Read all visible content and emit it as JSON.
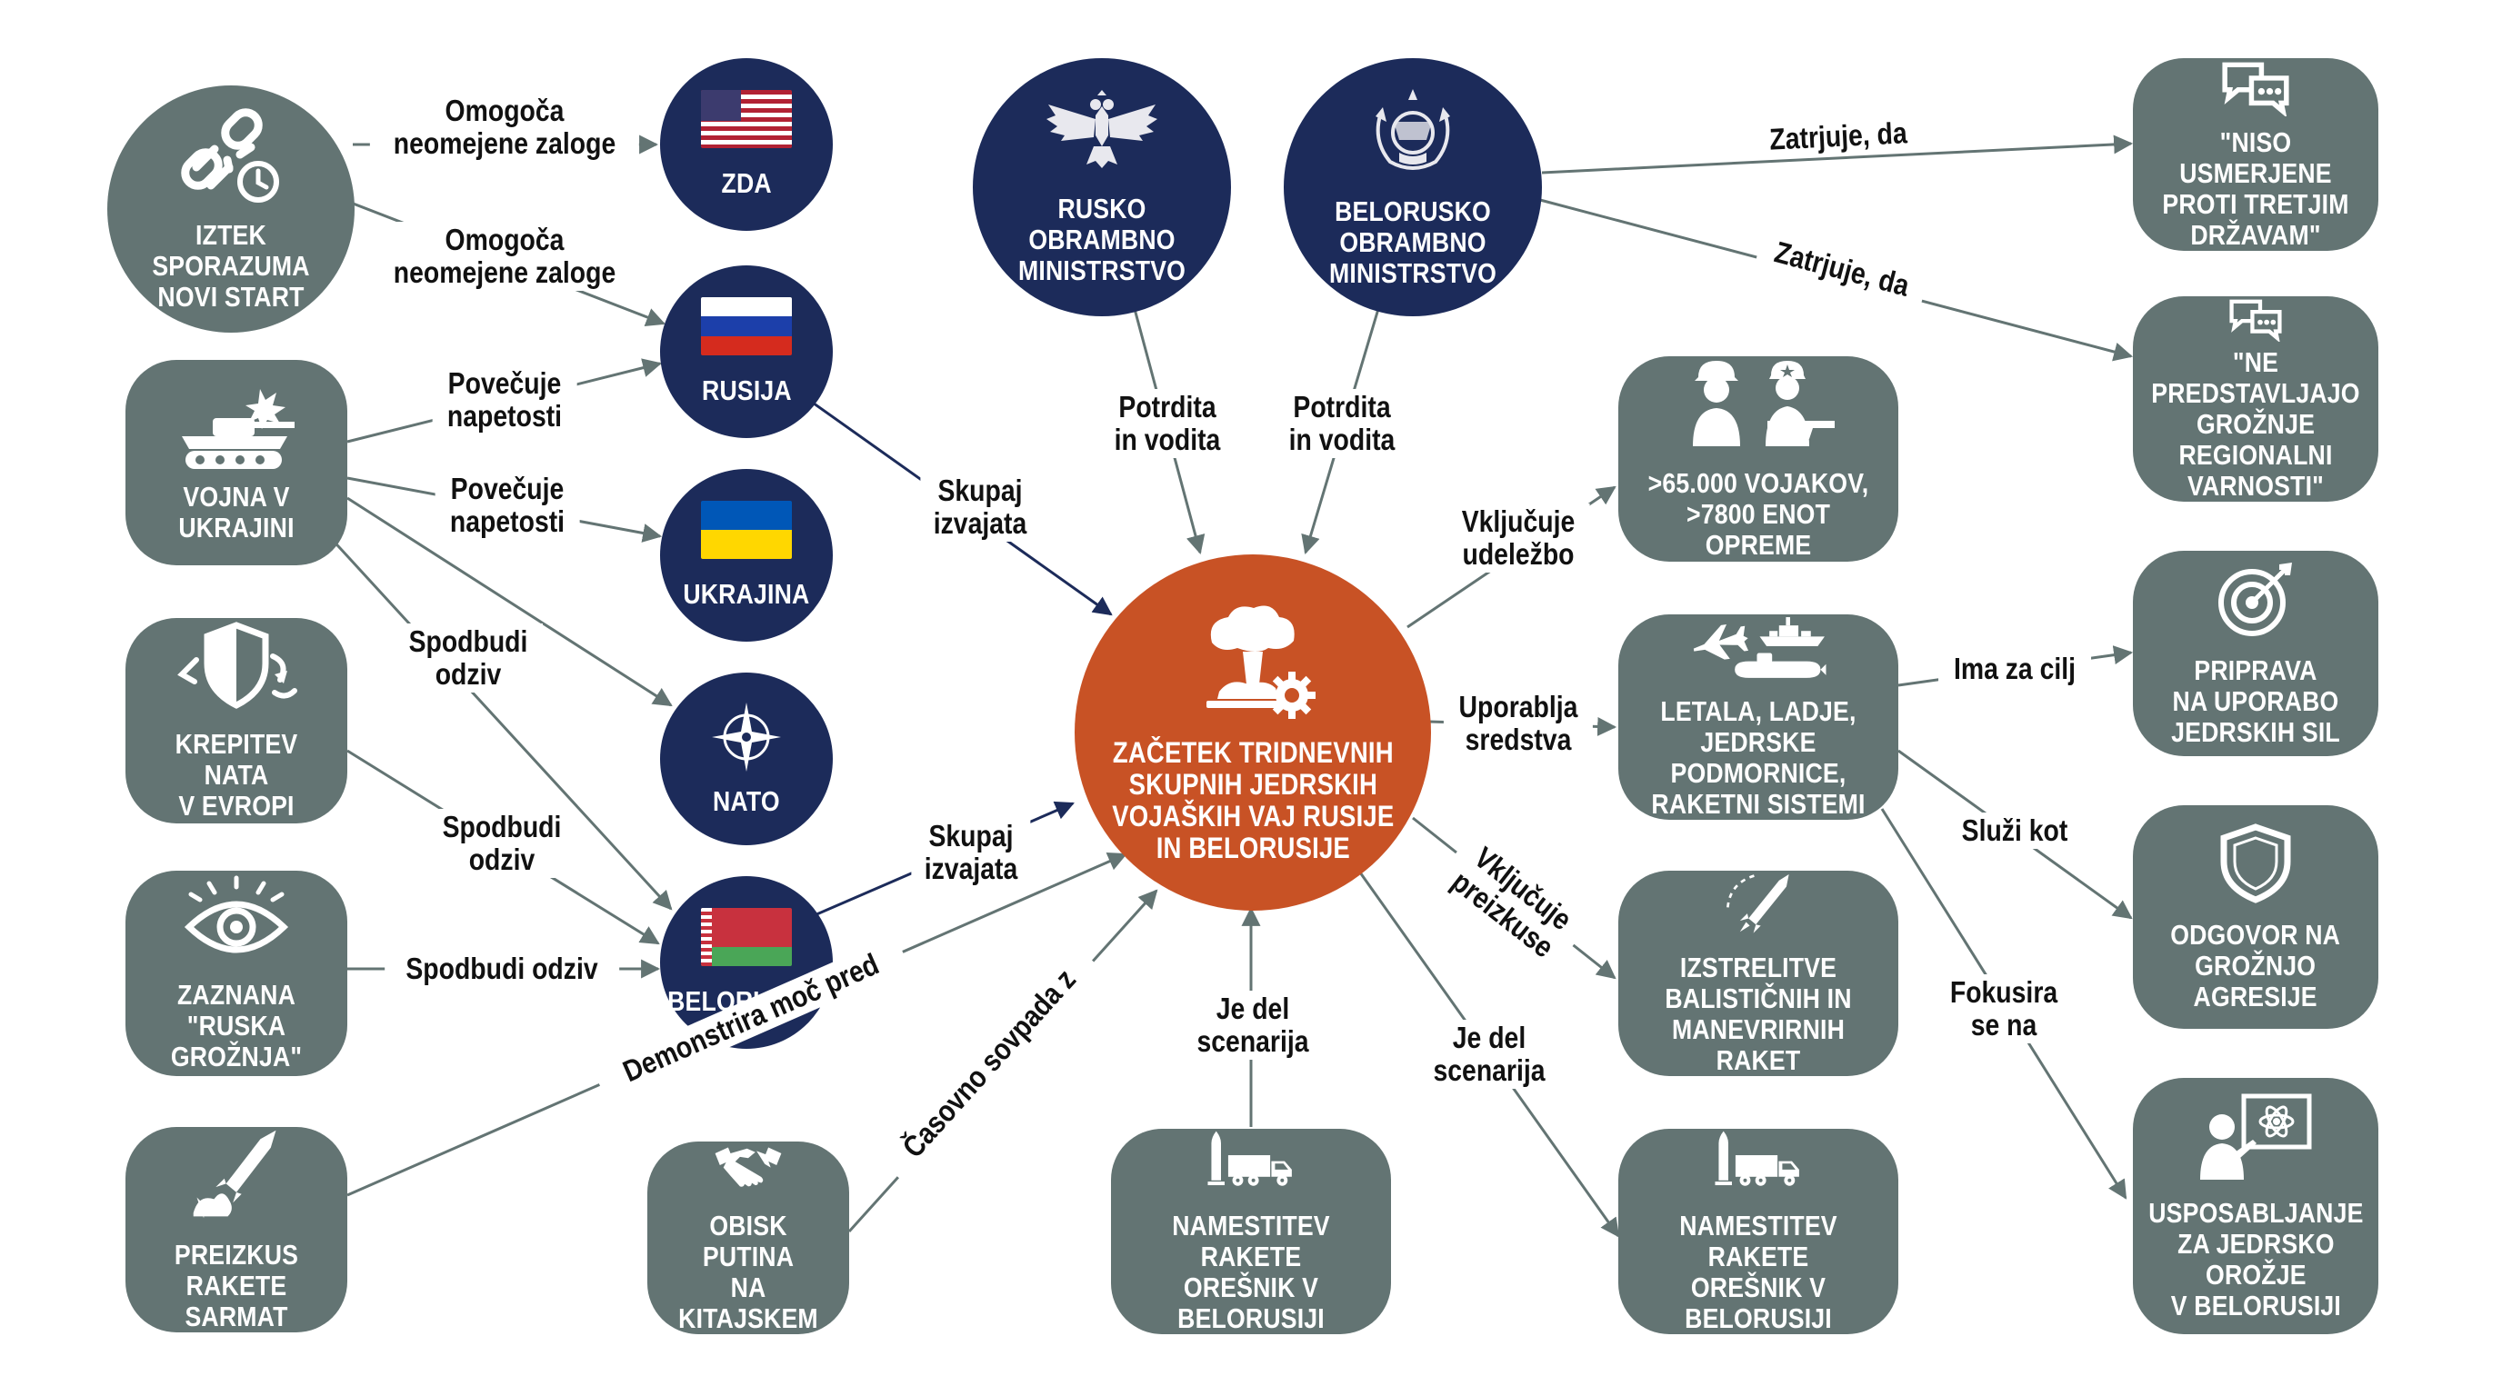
{
  "colors": {
    "node": "#637473",
    "navy": "#1c2b5a",
    "center": "#c85225",
    "edge": "#637473",
    "edge_dark": "#1c2b5a"
  },
  "nodes": {
    "iztek": "IZTEK SPORAZUMA\nNOVI START",
    "vojna": "VOJNA V\nUKRAJINI",
    "krepitev": "KREPITEV NATA\nV EVROPI",
    "zaznana": "ZAZNANA\n\"RUSKA GROŽNJA\"",
    "sarmat": "PREIZKUS\nRAKETE SARMAT",
    "zda": "ZDA",
    "rusija": "RUSIJA",
    "ukrajina": "UKRAJINA",
    "nato": "NATO",
    "belorusija": "BELORUSIJA",
    "rusko_min": "RUSKO\nOBRAMBNO\nMINISTRSTVO",
    "belorusko_min": "BELORUSKO\nOBRAMBNO\nMINISTRSTVO",
    "center": "ZAČETEK TRIDNEVNIH\nSKUPNIH JEDRSKIH\nVOJAŠKIH VAJ RUSIJE\nIN BELORUSIJE",
    "obisk": "OBISK PUTINA\nNA KITAJSKEM",
    "oresnik1": "NAMESTITEV RAKETE\nOREŠNIK V BELORUSIJI",
    "oresnik2": "NAMESTITEV RAKETE\nOREŠNIK V BELORUSIJI",
    "vojaki": ">65.000 VOJAKOV,\n>7800 ENOT OPREME",
    "letala": "LETALA, LADJE,\nJEDRSKE PODMORNICE,\nRAKETNI SISTEMI",
    "izstrelitve": "IZSTRELITVE\nBALISTIČNIH IN\nMANEVRIRNIH RAKET",
    "niso": "\"NISO USMERJENE\nPROTI TRETJIM\nDRŽAVAM\"",
    "ne_predstavljajo": "\"NE PREDSTAVLJAJO\nGROŽNJE\nREGIONALNI\nVARNOSTI\"",
    "priprava": "PRIPRAVA\nNA UPORABO\nJEDRSKIH SIL",
    "odgovor": "ODGOVOR NA\nGROŽNJO\nAGRESIJE",
    "usposabljanje": "USPOSABLJANJE\nZA JEDRSKO OROŽJE\nV BELORUSIJI"
  },
  "edges": {
    "iztek_zda": "Omogoča\nneomejene zaloge",
    "iztek_rusija": "Omogoča\nneomejene zaloge",
    "vojna_rusija": "Povečuje\nnapetosti",
    "vojna_ukrajina": "Povečuje\nnapetosti",
    "vojna_nato": "Spodbudi\nodziv",
    "krepitev_bel": "Spodbudi\nodziv",
    "zaznana_bel": "Spodbudi odziv",
    "rusija_center": "Skupaj\nizvajata",
    "bel_center": "Skupaj\nizvajata",
    "rusmin_center": "Potrdita\nin vodita",
    "belmin_center": "Potrdita\nin vodita",
    "sarmat_center": "Demonstrira moč pred",
    "obisk_center": "Časovno sovpada z",
    "oresnik1_center": "Je del\nscenarija",
    "center_oresnik2": "Je del\nscenarija",
    "center_vojaki": "Vključuje\nudeležbo",
    "center_letala": "Uporablja\nsredstva",
    "center_izstrelitve": "Vključuje\npreizkuse",
    "belmin_niso": "Zatrjuje, da",
    "belmin_ne": "Zatrjuje, da",
    "letala_priprava": "Ima za cilj",
    "letala_odgovor": "Služi kot",
    "letala_usposabljanje": "Fokusira\nse na"
  }
}
